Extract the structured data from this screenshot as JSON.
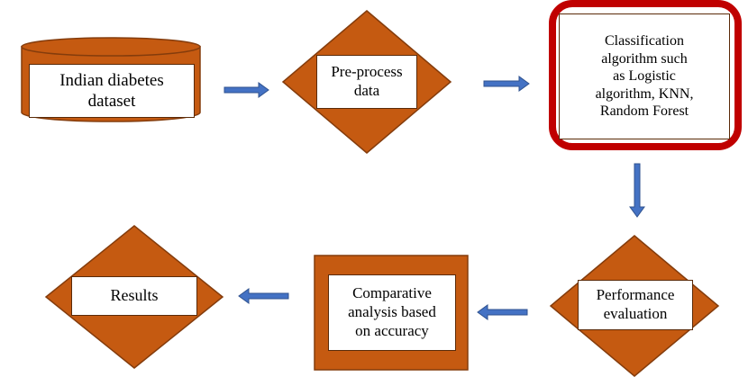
{
  "colors": {
    "shape_fill": "#c55a11",
    "shape_stroke": "#843c0c",
    "classify_border": "#c00000",
    "arrow_fill": "#4472c4",
    "arrow_stroke": "#2f528f"
  },
  "nodes": {
    "dataset": {
      "text": "Indian diabetes\ndataset"
    },
    "preprocess": {
      "text": "Pre-process\ndata"
    },
    "classification": {
      "text": "Classification\nalgorithm such\nas Logistic\nalgorithm, KNN,\nRandom Forest"
    },
    "performance": {
      "text": "Performance\nevaluation"
    },
    "comparative": {
      "text": "Comparative\nanalysis based\non accuracy"
    },
    "results": {
      "text": "Results"
    }
  }
}
